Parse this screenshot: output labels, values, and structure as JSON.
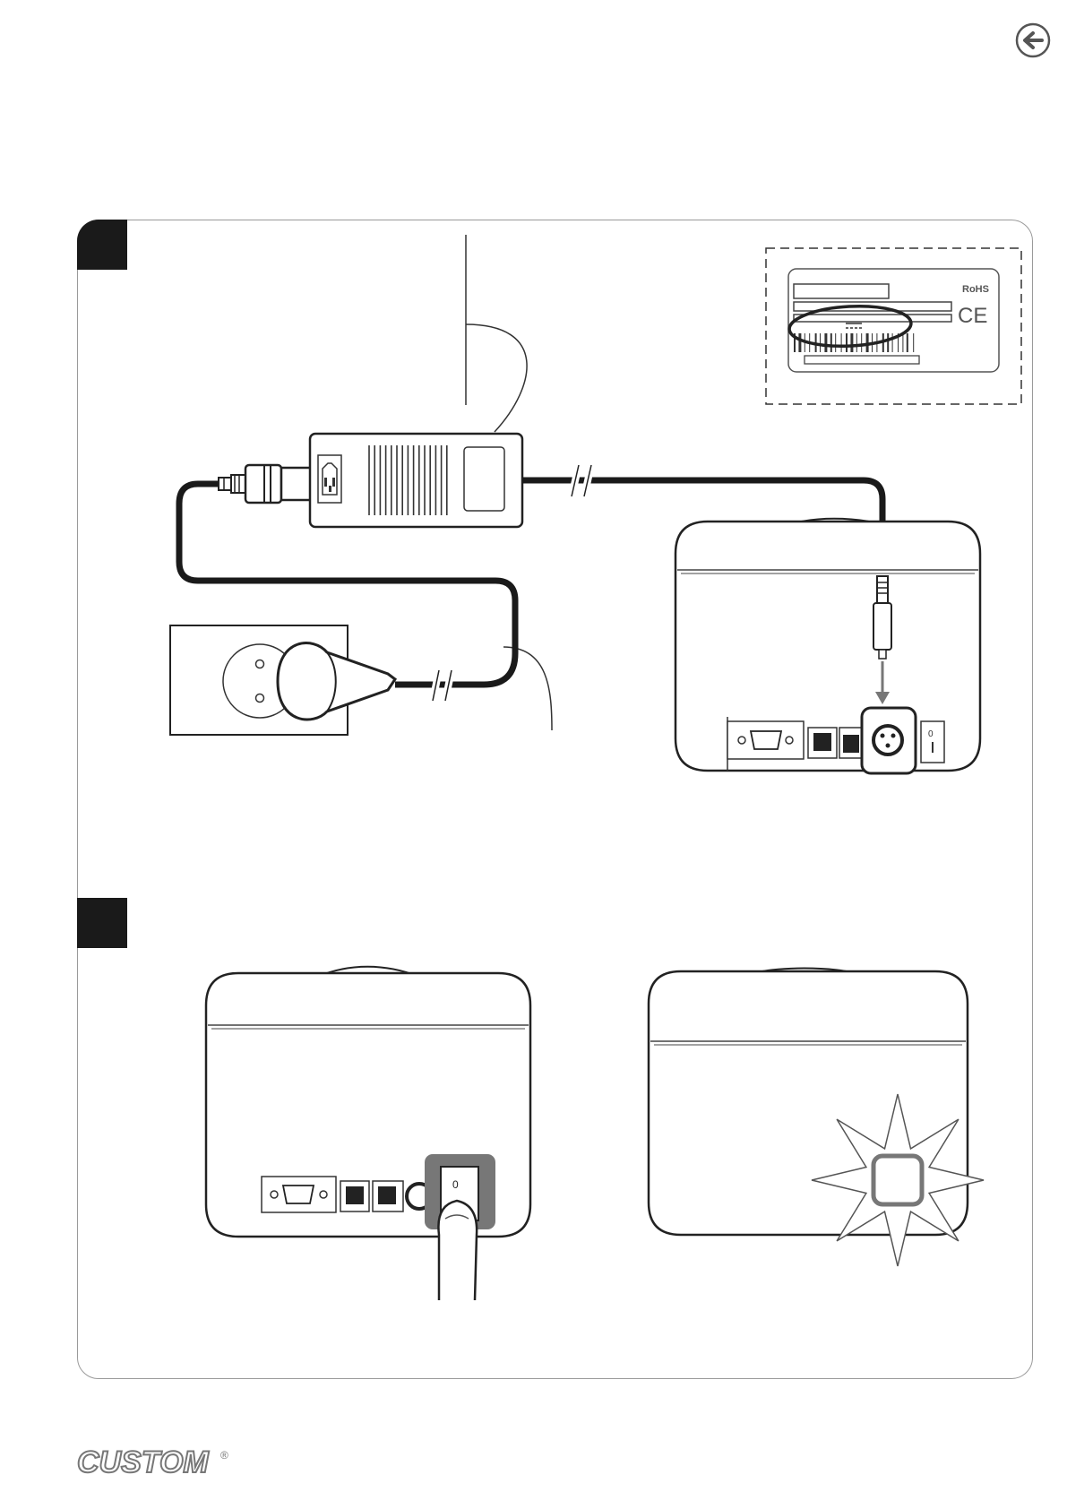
{
  "page": {
    "back_button": {
      "icon": "arrow-left-icon"
    }
  },
  "steps": [
    {
      "figure": "power-supply-connection"
    },
    {
      "figure": "power-on-switch"
    }
  ],
  "rating_label": {
    "mark_rohs": "RoHS",
    "mark_ce": "CE"
  },
  "footer": {
    "logo_text": "CUSTOM",
    "registered_mark": "®"
  }
}
